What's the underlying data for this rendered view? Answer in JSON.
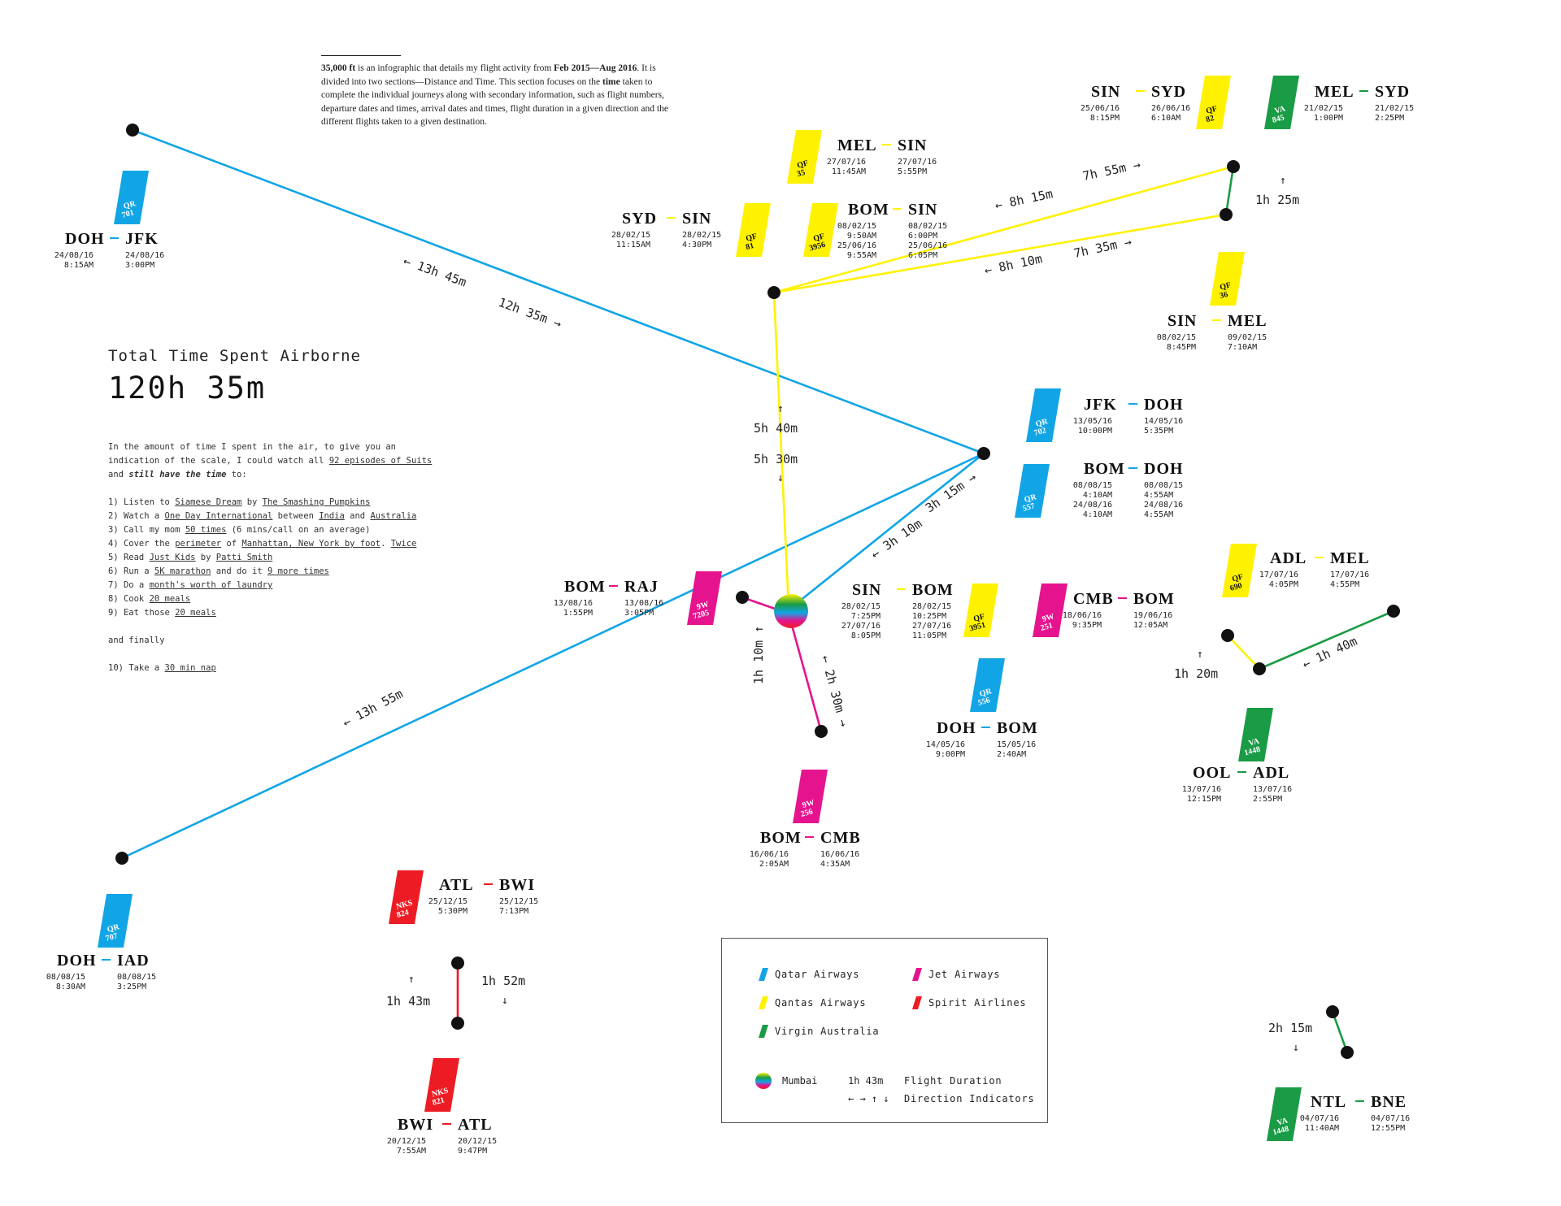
{
  "intro": {
    "lead": "35,000 ft",
    "part1": " is an infographic that details my flight activity from ",
    "range": "Feb 2015—Aug 2016",
    "part2": ". It is divided into two sections—Distance and Time. This section focuses on the ",
    "focus": "time",
    "part3": " taken to complete the individual journeys along with secondary information, such as flight numbers, departure dates and times, arrival dates and times, flight duration in a given direction and the different flights taken to a given destination."
  },
  "total": {
    "label": "Total Time Spent Airborne",
    "value": "120h 35m"
  },
  "para": {
    "l1": "In the amount of time I spent in the air, to give you an",
    "l2a": "indication of the scale, I could watch all ",
    "l2b": "92 episodes of Suits",
    "l3a": "and ",
    "l3b": "still have the time",
    "l3c": " to:",
    "i1a": "1) Listen to ",
    "i1b": "Siamese Dream",
    "i1c": " by ",
    "i1d": "The Smashing Pumpkins",
    "i2a": "2) Watch a ",
    "i2b": "One Day International",
    "i2c": " between ",
    "i2d": "India",
    "i2e": " and ",
    "i2f": "Australia",
    "i3a": "3) Call my mom ",
    "i3b": "50 times",
    "i3c": " (6 mins/call on an average)",
    "i4a": "4) Cover the ",
    "i4b": "perimeter",
    "i4c": " of ",
    "i4d": "Manhattan, New York by foot",
    "i4e": ". ",
    "i4f": "Twice",
    "i5a": "5) Read ",
    "i5b": "Just Kids",
    "i5c": " by ",
    "i5d": "Patti Smith",
    "i6a": "6) Run a ",
    "i6b": "5K marathon",
    "i6c": " and do it ",
    "i6d": "9 more times",
    "i7a": "7) Do a ",
    "i7b": "month's worth of laundry",
    "i8a": "8) Cook ",
    "i8b": "20 meals",
    "i9a": "9) Eat those ",
    "i9b": "20 meals",
    "finally": "and finally",
    "i10a": "10) Take a ",
    "i10b": "30 min nap"
  },
  "colors": {
    "qatar": "#12a5e6",
    "qantas": "#fff200",
    "jet": "#e5148e",
    "spirit": "#ed1c24",
    "virgin": "#1a9b45"
  },
  "durations": [
    {
      "t": "← 13h 45m"
    },
    {
      "t": "12h 35m →"
    },
    {
      "t": "← 13h 55m"
    },
    {
      "t": "← 8h 15m"
    },
    {
      "t": "7h 55m →"
    },
    {
      "t": "← 8h 10m"
    },
    {
      "t": "7h 35m →"
    },
    {
      "t": "↑"
    },
    {
      "t": "1h 25m"
    },
    {
      "t": "↑"
    },
    {
      "t": "5h 40m"
    },
    {
      "t": "5h 30m"
    },
    {
      "t": "↓"
    },
    {
      "t": "← 3h 10m"
    },
    {
      "t": "3h 15m →"
    },
    {
      "t": "1h 10m ↑"
    },
    {
      "t": "← 2h 30m →"
    },
    {
      "t": "↑"
    },
    {
      "t": "1h 20m"
    },
    {
      "t": "← 1h 40m"
    },
    {
      "t": "↑"
    },
    {
      "t": "1h 43m"
    },
    {
      "t": "1h 52m"
    },
    {
      "t": "↓"
    },
    {
      "t": "2h 15m"
    },
    {
      "t": "↓"
    }
  ],
  "flights": [
    {
      "code": "QR",
      "num": "701",
      "c": "#12a5e6",
      "dark": true,
      "from": "DOH",
      "to": "JFK",
      "d1": [
        "24/08/16",
        "8:15AM"
      ],
      "d2": [
        "24/08/16",
        "3:00PM"
      ]
    },
    {
      "code": "QF",
      "num": "35",
      "c": "#fff200",
      "dark": false,
      "from": "MEL",
      "to": "SIN",
      "d1": [
        "27/07/16",
        "11:45AM"
      ],
      "d2": [
        "27/07/16",
        "5:55PM"
      ]
    },
    {
      "code": "QF",
      "num": "81",
      "c": "#fff200",
      "dark": false,
      "from": "SYD",
      "to": "SIN",
      "d1": [
        "28/02/15",
        "11:15AM"
      ],
      "d2": [
        "28/02/15",
        "4:30PM"
      ]
    },
    {
      "code": "QF",
      "num": "3956",
      "c": "#fff200",
      "dark": false,
      "from": "BOM",
      "to": "SIN",
      "d1": [
        "08/02/15",
        "9:50AM",
        "25/06/16",
        "9:55AM"
      ],
      "d2": [
        "08/02/15",
        "6:00PM",
        "25/06/16",
        "6:05PM"
      ]
    },
    {
      "code": "QF",
      "num": "82",
      "c": "#fff200",
      "dark": false,
      "from": "SIN",
      "to": "SYD",
      "d1": [
        "25/06/16",
        "8:15PM"
      ],
      "d2": [
        "26/06/16",
        "6:10AM"
      ]
    },
    {
      "code": "VA",
      "num": "845",
      "c": "#1a9b45",
      "dark": true,
      "from": "MEL",
      "to": "SYD",
      "d1": [
        "21/02/15",
        "1:00PM"
      ],
      "d2": [
        "21/02/15",
        "2:25PM"
      ]
    },
    {
      "code": "QF",
      "num": "36",
      "c": "#fff200",
      "dark": false,
      "from": "SIN",
      "to": "MEL",
      "d1": [
        "08/02/15",
        "8:45PM"
      ],
      "d2": [
        "09/02/15",
        "7:10AM"
      ]
    },
    {
      "code": "QR",
      "num": "702",
      "c": "#12a5e6",
      "dark": true,
      "from": "JFK",
      "to": "DOH",
      "d1": [
        "13/05/16",
        "10:00PM"
      ],
      "d2": [
        "14/05/16",
        "5:35PM"
      ]
    },
    {
      "code": "QR",
      "num": "557",
      "c": "#12a5e6",
      "dark": true,
      "from": "BOM",
      "to": "DOH",
      "d1": [
        "08/08/15",
        "4:10AM",
        "24/08/16",
        "4:10AM"
      ],
      "d2": [
        "08/08/15",
        "4:55AM",
        "24/08/16",
        "4:55AM"
      ]
    },
    {
      "code": "9W",
      "num": "7205",
      "c": "#e5148e",
      "dark": true,
      "from": "BOM",
      "to": "RAJ",
      "d1": [
        "13/08/16",
        "1:55PM"
      ],
      "d2": [
        "13/08/16",
        "3:05PM"
      ]
    },
    {
      "code": "QF",
      "num": "3951",
      "c": "#fff200",
      "dark": false,
      "from": "SIN",
      "to": "BOM",
      "d1": [
        "28/02/15",
        "7:25PM",
        "27/07/16",
        "8:05PM"
      ],
      "d2": [
        "28/02/15",
        "10:25PM",
        "27/07/16",
        "11:05PM"
      ]
    },
    {
      "code": "9W",
      "num": "251",
      "c": "#e5148e",
      "dark": true,
      "from": "CMB",
      "to": "BOM",
      "d1": [
        "18/06/16",
        "9:35PM"
      ],
      "d2": [
        "19/06/16",
        "12:05AM"
      ]
    },
    {
      "code": "QR",
      "num": "556",
      "c": "#12a5e6",
      "dark": true,
      "from": "DOH",
      "to": "BOM",
      "d1": [
        "14/05/16",
        "9:00PM"
      ],
      "d2": [
        "15/05/16",
        "2:40AM"
      ]
    },
    {
      "code": "9W",
      "num": "256",
      "c": "#e5148e",
      "dark": true,
      "from": "BOM",
      "to": "CMB",
      "d1": [
        "16/06/16",
        "2:05AM"
      ],
      "d2": [
        "16/06/16",
        "4:35AM"
      ]
    },
    {
      "code": "QF",
      "num": "690",
      "c": "#fff200",
      "dark": false,
      "from": "ADL",
      "to": "MEL",
      "d1": [
        "17/07/16",
        "4:05PM"
      ],
      "d2": [
        "17/07/16",
        "4:55PM"
      ]
    },
    {
      "code": "VA",
      "num": "1448",
      "c": "#1a9b45",
      "dark": true,
      "from": "OOL",
      "to": "ADL",
      "d1": [
        "13/07/16",
        "12:15PM"
      ],
      "d2": [
        "13/07/16",
        "2:55PM"
      ]
    },
    {
      "code": "QR",
      "num": "707",
      "c": "#12a5e6",
      "dark": true,
      "from": "DOH",
      "to": "IAD",
      "d1": [
        "08/08/15",
        "8:30AM"
      ],
      "d2": [
        "08/08/15",
        "3:25PM"
      ]
    },
    {
      "code": "NKS",
      "num": "824",
      "c": "#ed1c24",
      "dark": true,
      "from": "ATL",
      "to": "BWI",
      "d1": [
        "25/12/15",
        "5:30PM"
      ],
      "d2": [
        "25/12/15",
        "7:13PM"
      ]
    },
    {
      "code": "NKS",
      "num": "821",
      "c": "#ed1c24",
      "dark": true,
      "from": "BWI",
      "to": "ATL",
      "d1": [
        "20/12/15",
        "7:55AM"
      ],
      "d2": [
        "20/12/15",
        "9:47PM"
      ]
    },
    {
      "code": "VA",
      "num": "1448",
      "c": "#1a9b45",
      "dark": true,
      "from": "NTL",
      "to": "BNE",
      "d1": [
        "04/07/16",
        "11:40AM"
      ],
      "d2": [
        "04/07/16",
        "12:55PM"
      ]
    }
  ],
  "legend": {
    "airlines": [
      {
        "name": "Qatar Airways",
        "c": "#12a5e6"
      },
      {
        "name": "Jet Airways",
        "c": "#e5148e"
      },
      {
        "name": "Qantas Airways",
        "c": "#fff200"
      },
      {
        "name": "Spirit Airlines",
        "c": "#ed1c24"
      },
      {
        "name": "Virgin Australia",
        "c": "#1a9b45"
      }
    ],
    "hub": "Mumbai",
    "sample_duration": "1h 43m",
    "duration_label": "Flight Duration",
    "arrows": "← → ↑ ↓",
    "arrows_label": "Direction Indicators"
  }
}
